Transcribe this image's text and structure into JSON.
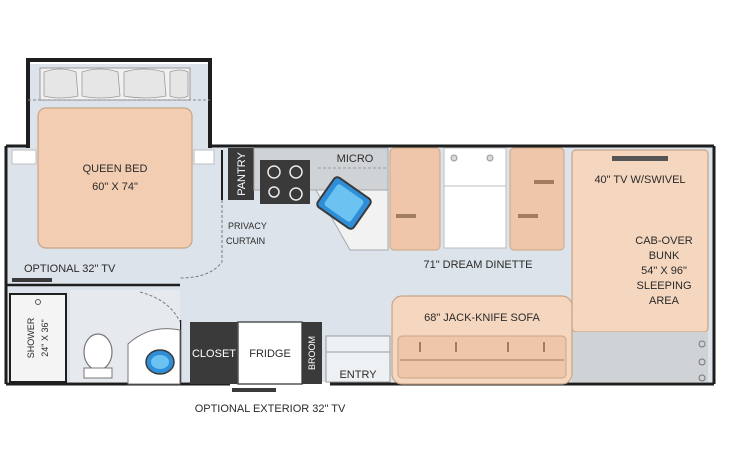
{
  "labels": {
    "queen_bed_title": "QUEEN BED",
    "queen_bed_size": "60\" X 74\"",
    "pantry": "PANTRY",
    "micro": "MICRO",
    "tv_swivel": "40\" TV W/SWIVEL",
    "privacy_1": "PRIVACY",
    "privacy_2": "CURTAIN",
    "dinette": "71\" DREAM DINETTE",
    "cabover_1": "CAB-OVER",
    "cabover_2": "BUNK",
    "cabover_3": "54\" X 96\"",
    "cabover_4": "SLEEPING",
    "cabover_5": "AREA",
    "optional_tv": "OPTIONAL 32\" TV",
    "sofa": "68\" JACK-KNIFE SOFA",
    "shower_1": "SHOWER",
    "shower_2": "24\" X 36\"",
    "closet": "CLOSET",
    "fridge": "FRIDGE",
    "broom": "BROOM",
    "entry": "ENTRY",
    "optional_exterior_tv": "OPTIONAL EXTERIOR 32\" TV"
  },
  "colors": {
    "floor": "#dde3ea",
    "bed": "#f2cdb2",
    "cabinet": "#cfd3d6",
    "dark_cabinet": "#3a3a3a",
    "wall": "#1e1e1e",
    "shower": "#f4f4f4",
    "cushion": "#efc6a9",
    "sofa": "#f5d6bf"
  }
}
